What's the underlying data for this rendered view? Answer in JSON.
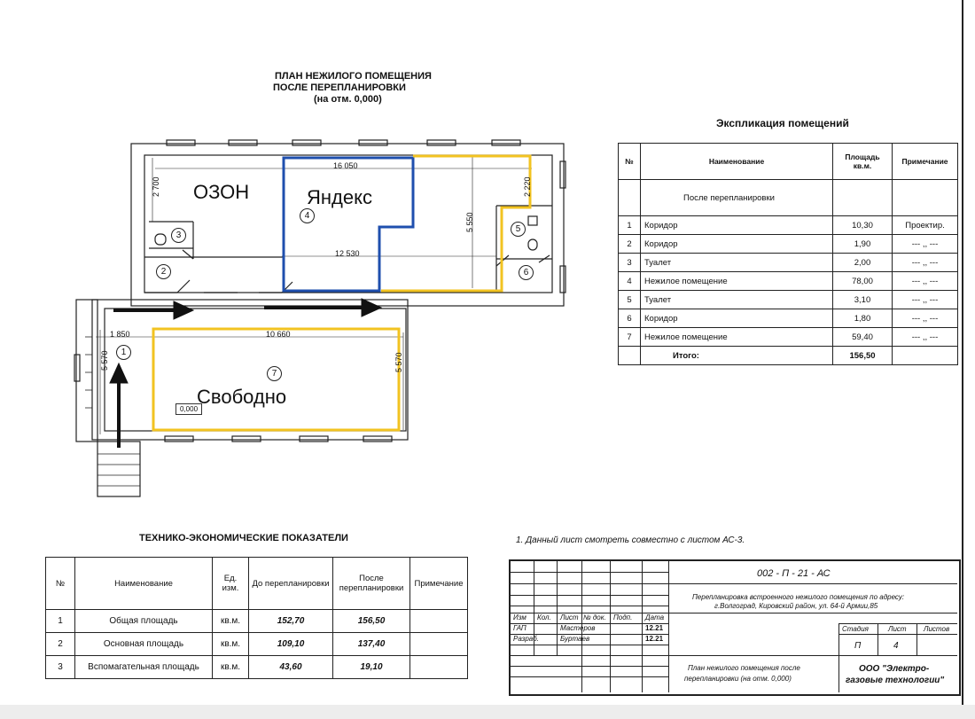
{
  "plan": {
    "title_lines": [
      "ПЛАН НЕЖИЛОГО ПОМЕЩЕНИЯ",
      "ПОСЛЕ ПЕРЕПЛАНИРОВКИ",
      "(на отм. 0,000)"
    ],
    "labels": {
      "ozon": "ОЗОН",
      "yandex": "Яндекс",
      "free": "Свободно"
    },
    "dimensions": {
      "d16050": "16 050",
      "d12530": "12 530",
      "d10660": "10 660",
      "d1850": "1 850",
      "d2700": "2 700",
      "d2220": "2 220",
      "d5550": "5 550",
      "d5570a": "5 570",
      "d5570b": "5 570"
    },
    "mark": "0,000",
    "room_numbers": [
      "1",
      "2",
      "3",
      "4",
      "5",
      "6",
      "7"
    ],
    "colors": {
      "blue": "#1f4fae",
      "yellow": "#f2c321",
      "wall": "#222222"
    }
  },
  "explication": {
    "title": "Экспликация помещений",
    "headers": {
      "num": "№",
      "name": "Наименование",
      "area": "Площадь кв.м.",
      "note": "Примечание"
    },
    "section": "После перепланировки",
    "rows": [
      {
        "n": "1",
        "name": "Коридор",
        "area": "10,30",
        "note": "Проектир."
      },
      {
        "n": "2",
        "name": "Коридор",
        "area": "1,90",
        "note": "--- ,, ---"
      },
      {
        "n": "3",
        "name": "Туалет",
        "area": "2,00",
        "note": "--- ,, ---"
      },
      {
        "n": "4",
        "name": "Нежилое помещение",
        "area": "78,00",
        "note": "--- ,, ---"
      },
      {
        "n": "5",
        "name": "Туалет",
        "area": "3,10",
        "note": "--- ,, ---"
      },
      {
        "n": "6",
        "name": "Коридор",
        "area": "1,80",
        "note": "--- ,, ---"
      },
      {
        "n": "7",
        "name": "Нежилое помещение",
        "area": "59,40",
        "note": "--- ,, ---"
      }
    ],
    "total_label": "Итого:",
    "total": "156,50"
  },
  "tep": {
    "title": "ТЕХНИКО-ЭКОНОМИЧЕСКИЕ ПОКАЗАТЕЛИ",
    "headers": {
      "num": "№",
      "name": "Наименование",
      "unit": "Ед. изм.",
      "before": "До перепланировки",
      "after": "После перепланировки",
      "note": "Примечание"
    },
    "rows": [
      {
        "n": "1",
        "name": "Общая площадь",
        "unit": "кв.м.",
        "before": "152,70",
        "after": "156,50"
      },
      {
        "n": "2",
        "name": "Основная площадь",
        "unit": "кв.м.",
        "before": "109,10",
        "after": "137,40"
      },
      {
        "n": "3",
        "name": "Вспомагательная площадь",
        "unit": "кв.м.",
        "before": "43,60",
        "after": "19,10"
      }
    ]
  },
  "note": "1. Данный лист смотреть совместно с листом АС-3.",
  "stamp": {
    "code": "002 - П - 21 - АС",
    "address_line1": "Перепланировка встроенного нежилого помещения по адресу:",
    "address_line2": "г.Волгоград, Кировский район, ул. 64-й Армии,85",
    "headers": {
      "izm": "Изм",
      "kol": "Кол.",
      "list": "Лист",
      "ndok": "№ док.",
      "podp": "Подп.",
      "data": "Дата"
    },
    "gap_label": "ГАП",
    "gap_name": "Мастеров",
    "gap_date": "12.21",
    "razr_label": "Разраб.",
    "razr_name": "Буртаев",
    "razr_date": "12.21",
    "stage_label": "Стадия",
    "sheet_label": "Лист",
    "sheets_label": "Листов",
    "stage": "П",
    "sheet": "4",
    "desc_line1": "План нежилого помещения после",
    "desc_line2": "перепланировки (на отм. 0,000)",
    "org_line1": "ООО \"Электро-",
    "org_line2": "газовые технологии\""
  }
}
